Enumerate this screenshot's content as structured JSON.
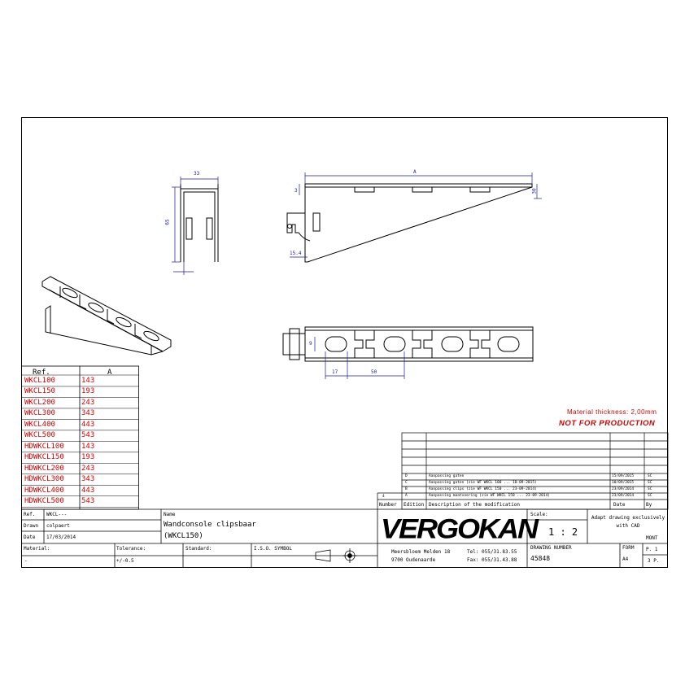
{
  "views": {
    "front_dim_width": "33",
    "front_dim_height": "65",
    "side_dim_length": "A",
    "side_dim_top": "3",
    "side_dim_right": "30",
    "side_dim_bottom": "15.4",
    "top_dim_left": "17",
    "top_dim_slot": "50",
    "top_dim_height": "9"
  },
  "notes": {
    "material_thickness": "Material thickness: 2,00mm",
    "not_for_production": "NOT FOR PRODUCTION"
  },
  "ref_table": {
    "header_ref": "Ref.",
    "header_a": "A",
    "rows": [
      {
        "ref": "WKCL100",
        "a": "143"
      },
      {
        "ref": "WKCL150",
        "a": "193"
      },
      {
        "ref": "WKCL200",
        "a": "243"
      },
      {
        "ref": "WKCL300",
        "a": "343"
      },
      {
        "ref": "WKCL400",
        "a": "443"
      },
      {
        "ref": "WKCL500",
        "a": "543"
      },
      {
        "ref": "HDWKCL100",
        "a": "143"
      },
      {
        "ref": "HDWKCL150",
        "a": "193"
      },
      {
        "ref": "HDWKCL200",
        "a": "243"
      },
      {
        "ref": "HDWKCL300",
        "a": "343"
      },
      {
        "ref": "HDWKCL400",
        "a": "443"
      },
      {
        "ref": "HDWKCL500",
        "a": "543"
      }
    ]
  },
  "revisions": {
    "rows": [
      {
        "letter": "D",
        "text": "Aanpassing gaten",
        "date": "15/09/2015",
        "by": "SC"
      },
      {
        "letter": "C",
        "text": "Aanpassing gaten (zie WF WKCL 100 ... 10-09-2015)",
        "date": "10/09/2015",
        "by": "SC"
      },
      {
        "letter": "B",
        "text": "Aanpassing clips (zie WF WKCL 150 ... 23-09-2014)",
        "date": "23/09/2014",
        "by": "SC"
      },
      {
        "letter": "A",
        "text": "Aanpassing maatvoering (zie WF WKCL 150 ... 23-09-2014)",
        "date": "23/09/2014",
        "by": "SC"
      }
    ],
    "number": "4",
    "header_number": "Number",
    "header_edition": "Edition",
    "header_description": "Description of the modification",
    "header_date": "Date",
    "header_by": "By"
  },
  "title_block": {
    "ref_label": "Ref.",
    "ref_value": "WKCL---",
    "drawn_label": "Drawn",
    "drawn_value": "colpaert",
    "date_label": "Date",
    "date_value": "17/03/2014",
    "name_label": "Name",
    "name_line1": "Wandconsole clipsbaar",
    "name_line2": "(WKCL150)",
    "material_label": "Material:",
    "material_value": "-",
    "tolerance_label": "Tolerance:",
    "tolerance_value": "+/-0.5",
    "standard_label": "Standard:",
    "symbol_label": "I.S.O. SYMBOL",
    "logo": "VERGOKAN",
    "address1": "Meersbloem Melden 18",
    "address2": "9700 Oudenaarde",
    "tel": "Tel: 055/31.83.55",
    "fax": "Fax: 055/31.43.88",
    "scale_label": "Scale:",
    "scale_value": "1 : 2",
    "adapt_note": "Adapt drawing exclusively with CAD",
    "drawing_number_label": "DRAWING NUMBER",
    "drawing_number": "45848",
    "form_label": "FORM",
    "form_value": "A4",
    "mont_label": "MONT",
    "page_label": "P. 1",
    "pages_label": "3 P."
  }
}
